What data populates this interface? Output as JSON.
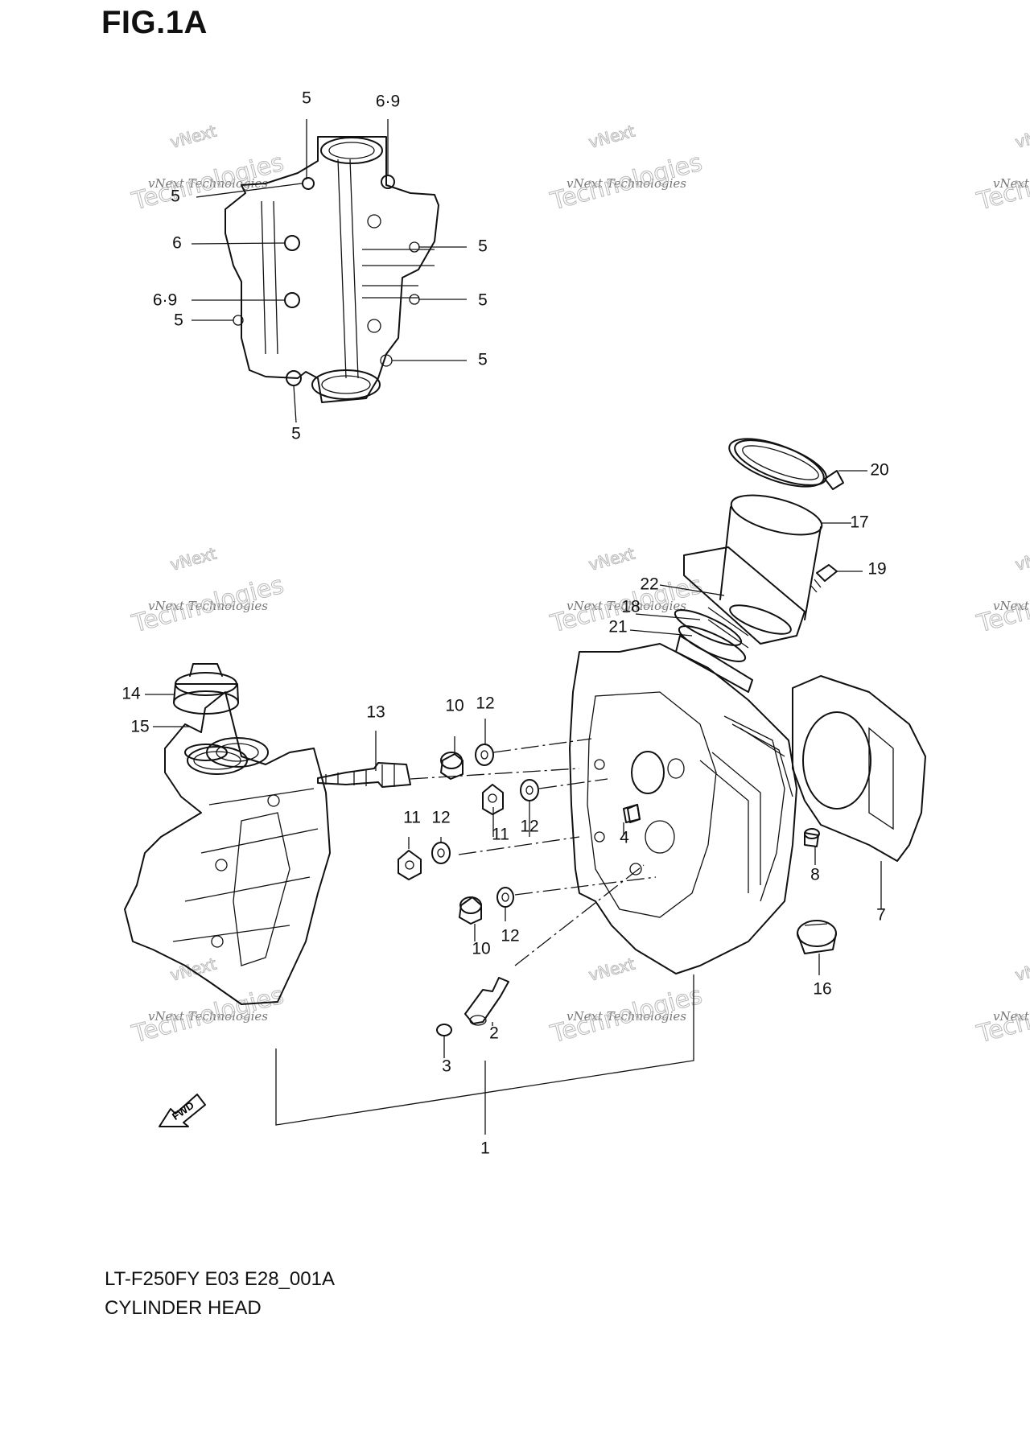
{
  "figure_title": "FIG.1A",
  "model_code": "LT-F250FY E03 E28_001A",
  "section_title": "CYLINDER HEAD",
  "direction_marker": "FWD",
  "watermark": {
    "line1": "vNext Technologies",
    "line2": "vNext",
    "line3": "Technologies"
  },
  "callouts": [
    "5",
    "6·9",
    "5",
    "6",
    "5",
    "6·9",
    "5",
    "5",
    "5",
    "5",
    "20",
    "17",
    "19",
    "22",
    "18",
    "21",
    "14",
    "15",
    "13",
    "10",
    "12",
    "11",
    "12",
    "11",
    "12",
    "4",
    "10",
    "12",
    "8",
    "7",
    "16",
    "2",
    "3",
    "1"
  ]
}
